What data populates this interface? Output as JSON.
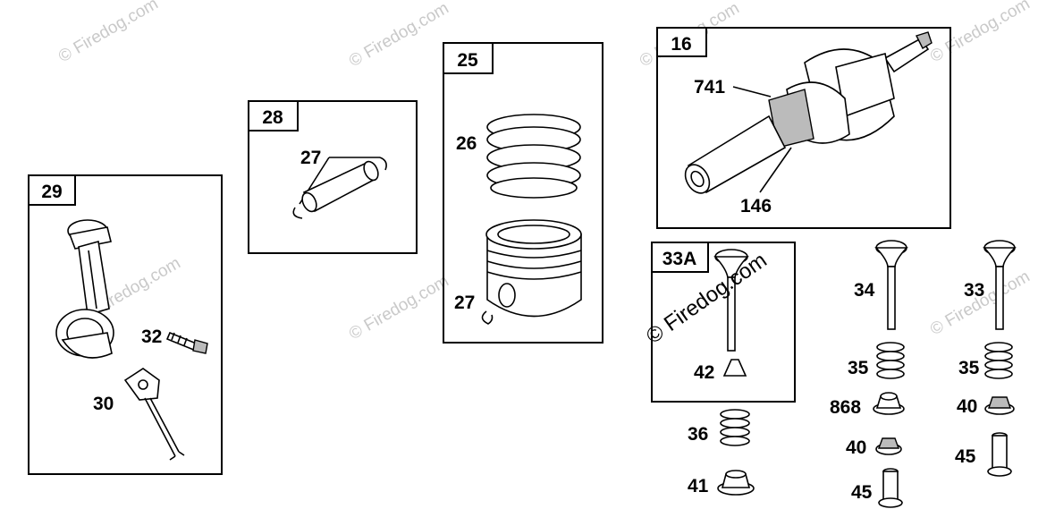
{
  "watermark": "© Firedog.com",
  "boxes": {
    "b29": "29",
    "b28": "28",
    "b25": "25",
    "b16": "16",
    "b33a": "33A"
  },
  "callouts": {
    "c27a": "27",
    "c26": "26",
    "c27b": "27",
    "c741": "741",
    "c146": "146",
    "c32": "32",
    "c30": "30",
    "c42": "42",
    "c36": "36",
    "c41": "41",
    "c34": "34",
    "c35a": "35",
    "c868": "868",
    "c40a": "40",
    "c45a": "45",
    "c33": "33",
    "c35b": "35",
    "c40b": "40",
    "c45b": "45"
  }
}
